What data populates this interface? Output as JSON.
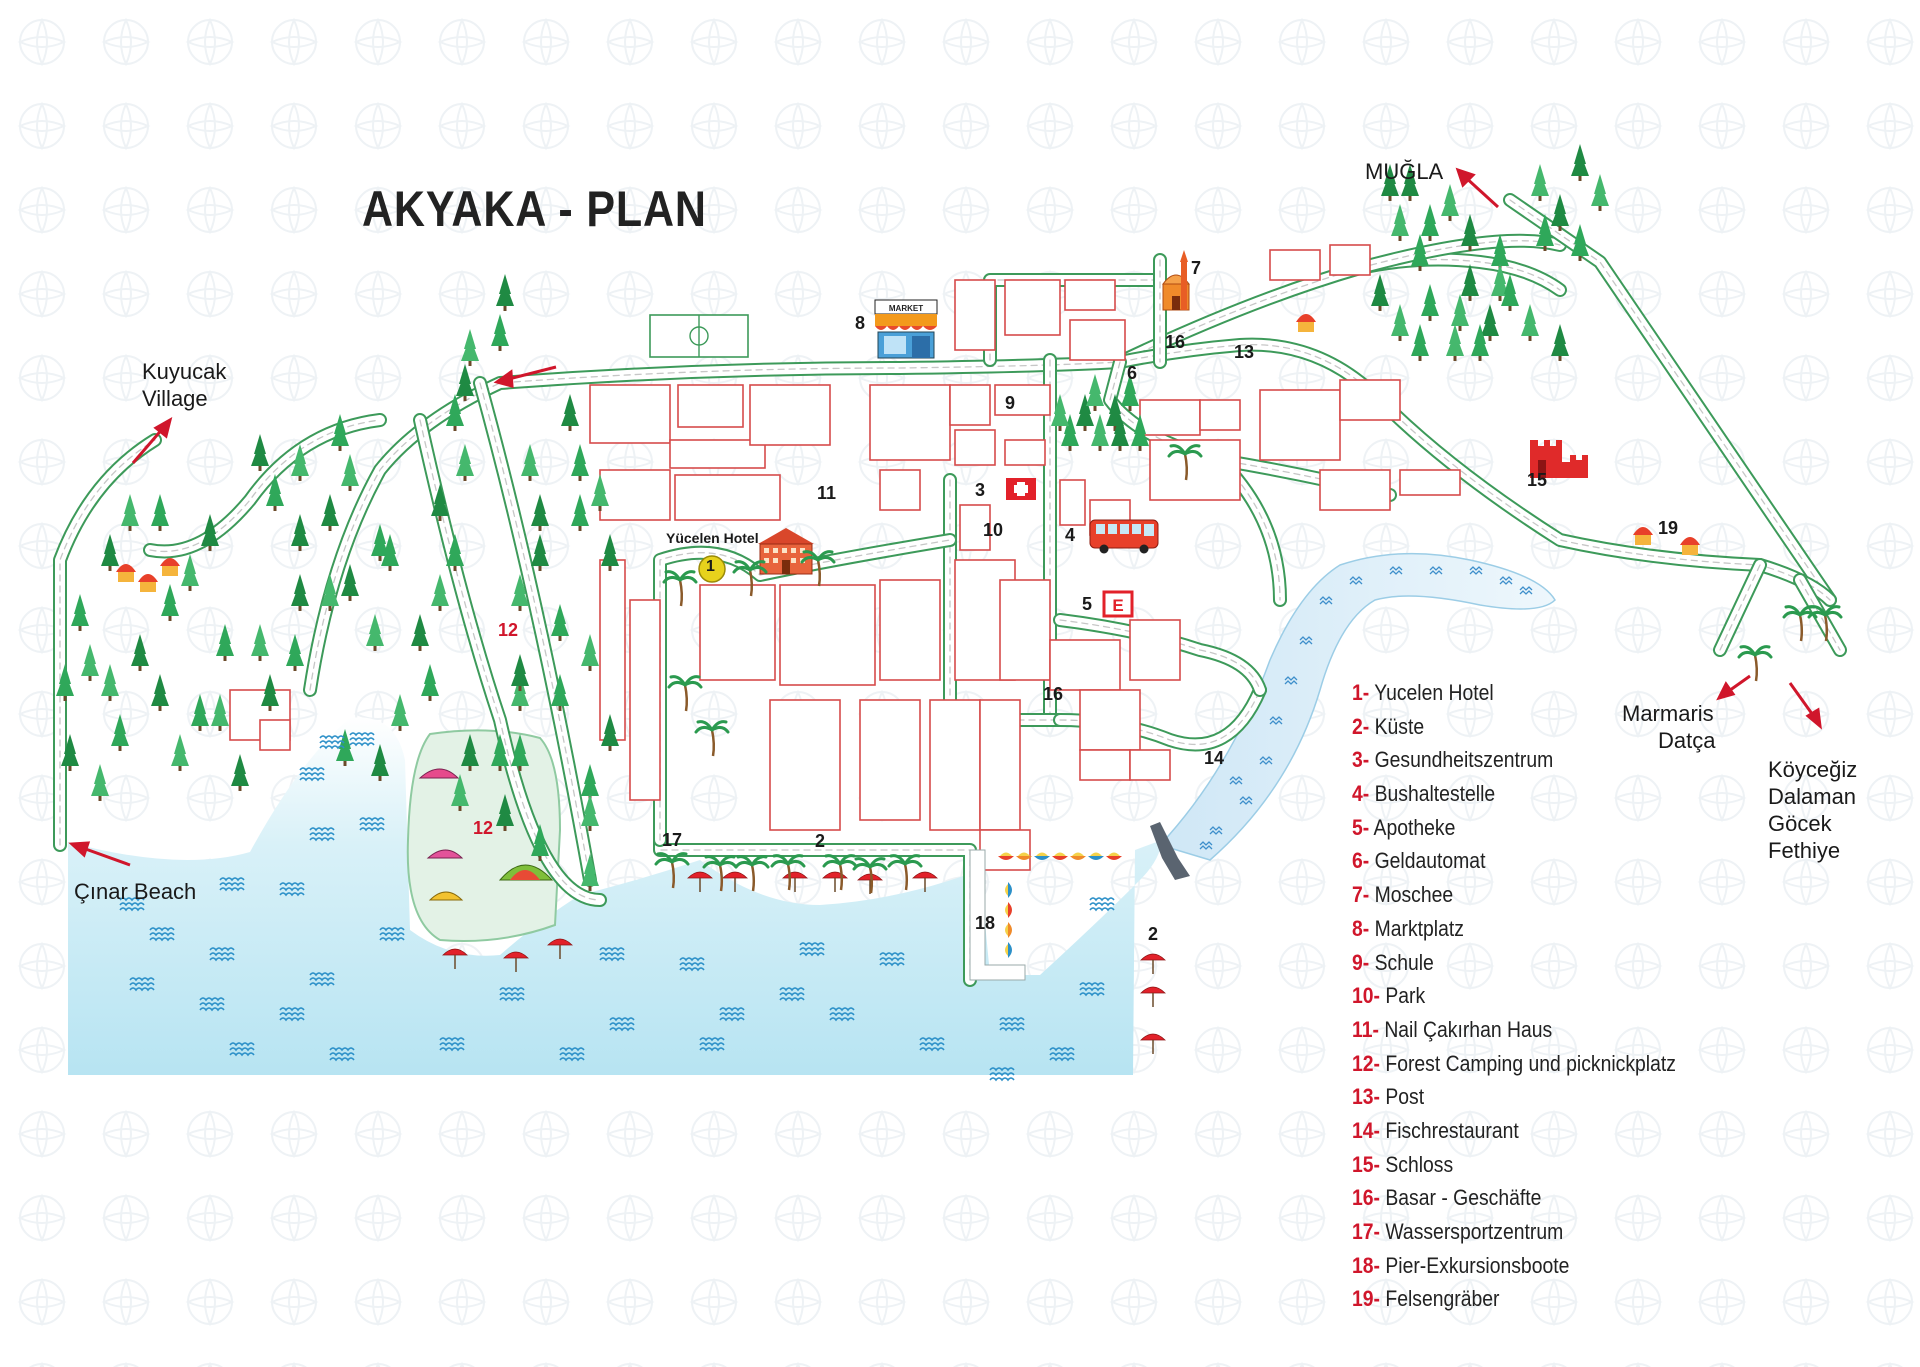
{
  "title": "AKYAKA - PLAN",
  "directions": {
    "mugla": "MUĞLA",
    "kuyucak": "Kuyucak",
    "kuyucak_line2": "Village",
    "cinar": "Çınar Beach",
    "marmaris": "Marmaris",
    "datca": "Datça",
    "koycegiz": "Köyceğiz",
    "dalaman": "Dalaman",
    "gocek": "Göcek",
    "fethiye": "Fethiye"
  },
  "hotel_label": "Yücelen Hotel",
  "market_sign": "MARKET",
  "map_numbers": {
    "n1": "1",
    "n2a": "2",
    "n2b": "2",
    "n3": "3",
    "n4": "4",
    "n5": "5",
    "n6": "6",
    "n7": "7",
    "n8": "8",
    "n9": "9",
    "n10": "10",
    "n11": "11",
    "n12a": "12",
    "n12b": "12",
    "n13": "13",
    "n14": "14",
    "n15": "15",
    "n16a": "16",
    "n16b": "16",
    "n17": "17",
    "n18": "18",
    "n19": "19"
  },
  "pharmacy_sign": "E",
  "legend": [
    {
      "num": "1-",
      "label": "Yucelen Hotel"
    },
    {
      "num": "2-",
      "label": "Küste"
    },
    {
      "num": "3-",
      "label": "Gesundheitszentrum"
    },
    {
      "num": "4-",
      "label": "Bushaltestelle"
    },
    {
      "num": "5-",
      "label": "Apotheke"
    },
    {
      "num": "6-",
      "label": "Geldautomat"
    },
    {
      "num": "7-",
      "label": "Moschee"
    },
    {
      "num": "8-",
      "label": "Marktplatz"
    },
    {
      "num": "9-",
      "label": "Schule"
    },
    {
      "num": "10-",
      "label": "Park"
    },
    {
      "num": "11-",
      "label": "Nail Çakırhan Haus"
    },
    {
      "num": "12-",
      "label": "Forest Camping und picknickplatz"
    },
    {
      "num": "13-",
      "label": "Post"
    },
    {
      "num": "14-",
      "label": "Fischrestaurant"
    },
    {
      "num": "15-",
      "label": "Schloss"
    },
    {
      "num": "16-",
      "label": "Basar - Geschäfte"
    },
    {
      "num": "17-",
      "label": "Wassersportzentrum"
    },
    {
      "num": "18-",
      "label": "Pier-Exkursionsboote"
    },
    {
      "num": "19-",
      "label": "Felsengräber"
    }
  ],
  "colors": {
    "road": "#3d9a5a",
    "block": "#d64b4b",
    "sea": "#c9ecf6",
    "accent": "#d0162b",
    "tree": "#2b9a4f"
  }
}
